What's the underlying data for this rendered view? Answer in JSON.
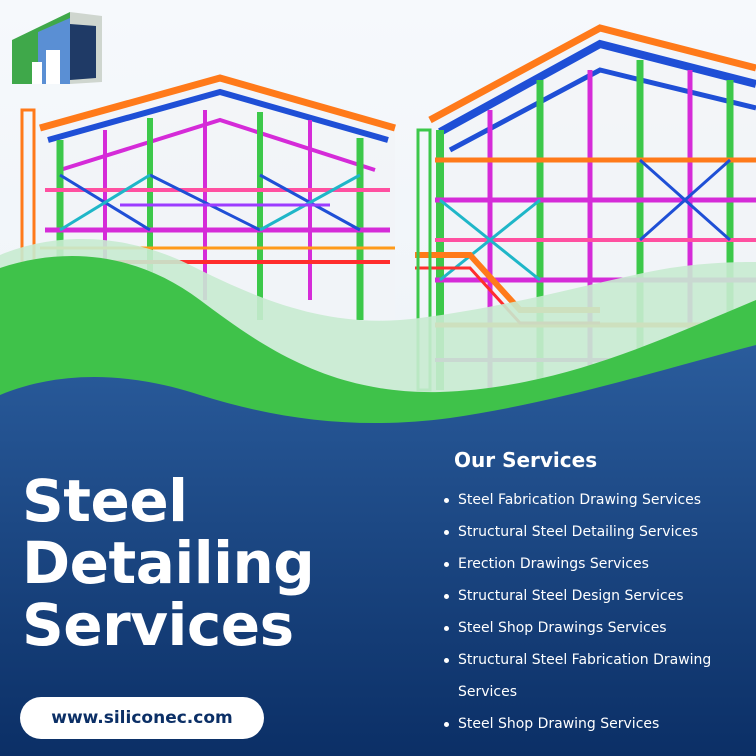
{
  "headline": {
    "line1": "Steel",
    "line2": "Detailing",
    "line3": "Services"
  },
  "services": {
    "title": "Our Services",
    "items": [
      "Steel Fabrication Drawing Services",
      "Structural Steel Detailing Services",
      "Erection Drawings Services",
      "Structural Steel Design Services",
      "Steel Shop Drawings Services",
      "Structural Steel Fabrication Drawing Services",
      "Steel Shop Drawing Services"
    ]
  },
  "website": "www.siliconec.com",
  "icons": [
    "siliconec-logo-icon",
    "steel-structure-illustration"
  ],
  "colors": {
    "navy": "#0b2f66",
    "blue": "#1f4f8f",
    "green": "#3fc24a",
    "light_green": "#c8ebd0",
    "white": "#ffffff"
  }
}
